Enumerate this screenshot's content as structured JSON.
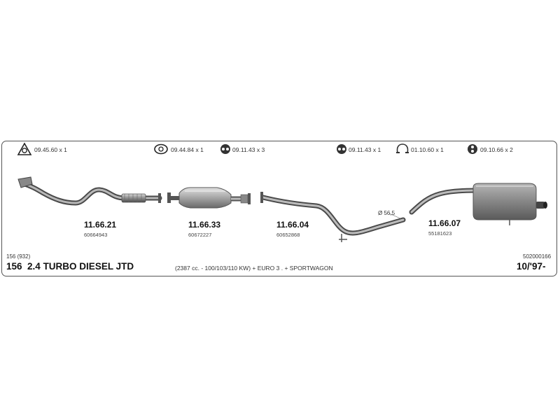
{
  "hardware": [
    {
      "code": "09.45.60",
      "qty": "x 1",
      "icon": "triangle-gasket-icon"
    },
    {
      "code": "09.44.84",
      "qty": "x 1",
      "icon": "oval-gasket-icon"
    },
    {
      "code": "09.11.43",
      "qty": "x 3",
      "icon": "rubber-hanger-icon"
    },
    {
      "code": "09.11.43",
      "qty": "x 1",
      "icon": "rubber-hanger-icon"
    },
    {
      "code": "01.10.60",
      "qty": "x 1",
      "icon": "pipe-clamp-icon"
    },
    {
      "code": "09.10.66",
      "qty": "x 2",
      "icon": "rubber-hanger-icon"
    }
  ],
  "parts": [
    {
      "number": "11.66.21",
      "oem": "60664943",
      "icon": "front-pipe-icon"
    },
    {
      "number": "11.66.33",
      "oem": "60672227",
      "icon": "catalytic-converter-icon"
    },
    {
      "number": "11.66.04",
      "oem": "60652868",
      "icon": "middle-pipe-icon"
    },
    {
      "number": "11.66.07",
      "oem": "55181623",
      "icon": "rear-silencer-icon"
    }
  ],
  "diameter_label": "Ø 56,5",
  "vehicle": {
    "code": "156 (932)",
    "model_number": "156",
    "model_name": "2.4 TURBO DIESEL JTD",
    "details": "(2387 cc. - 100/103/110 KW)   + EURO 3 . + SPORTWAGON",
    "catalog_id": "502000166",
    "date": "10/'97-"
  }
}
